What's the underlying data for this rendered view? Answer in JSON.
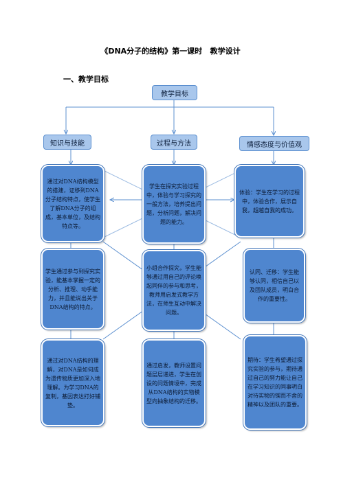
{
  "title": "《DNA分子的结构》第一课时   教学设计",
  "section_heading": "一、教学目标",
  "root": "教学目标",
  "columns": [
    {
      "header": "知识与技能",
      "boxes": [
        "通过对DNA结构模型的搭建，证移到DNA分子结构特点，使学生了解DNA分子的组成，基本单位，及结构特点等。",
        "学生通过参与到探究实验，能基本掌握一定的分析、推理、动手能力，并且能说出关于DNA结构的特点。",
        "通过对DNA结构的理解，对DNA是如何成为遗传物质更加深入地理解。为学习DNA的复制，基因表达打好铺垫。"
      ]
    },
    {
      "header": "过程与方法",
      "boxes": [
        "学生在探究实验过程中，体验与学习探究的一般方法，培养提出问题，分析问题，解决问题的能力。",
        "小组合作探究，学生能够通过用自己的评论唤起同伴的参与和思考，教师用启发式教学方法，在师生互动中解决问题。",
        "通过启发，教师设置问题层层递进，学生在创设的问题情境中，完成从DNA结构的实物模型向抽象结构的迁移。"
      ]
    },
    {
      "header": "情感态度与价值观",
      "boxes": [
        "体验：学生在学习的过程中，体验合作，展示自我，超越自我的成功。",
        "认同、迁移：学生能够认同，相信自己以及团队成员，明白合作的重要性。",
        "期待：学生希望通过探究实验的参与，期待通过自己的努力能让自己在学习知识的同事明白对待实物的锲而不舍的精神以及团队的重要。"
      ]
    }
  ],
  "colors": {
    "header_fill": "#a9c7ec",
    "box_fill": "#4f86cf",
    "line": "#5b8fcf"
  }
}
